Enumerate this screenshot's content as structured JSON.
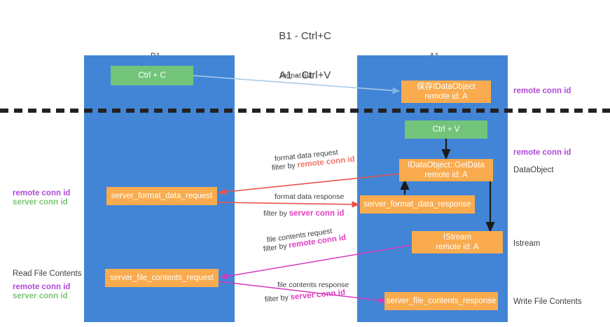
{
  "title": {
    "line1": "B1 - Ctrl+C",
    "line2": "A1 - Ctrl+V"
  },
  "columns": [
    {
      "name": "B1",
      "role": "connection"
    },
    {
      "name": "A1",
      "role": "remote"
    }
  ],
  "boxes": {
    "ctrl_c": "Ctrl + C",
    "save_idataobject_l1": "保存IDataObject",
    "save_idataobject_l2": "remote id: A",
    "ctrl_v": "Ctrl + V",
    "getdata_l1": "IDataObject::GetData",
    "getdata_l2": "remote id: A",
    "server_format_data_request": "server_format_data_request",
    "server_format_data_response": "server_format_data_response",
    "istream_l1": "IStream",
    "istream_l2": "remote id: A",
    "server_file_contents_request": "server_file_contents_request",
    "server_file_contents_response": "server_file_contents_response"
  },
  "edges": {
    "format_list": "format list",
    "format_data_request": "format data request",
    "format_data_request_filter_prefix": "filter by ",
    "format_data_request_filter_key": "remote conn id",
    "format_data_response": "format data response",
    "format_data_response_filter_prefix": "filter by ",
    "format_data_response_filter_key": "server conn id",
    "file_contents_request": "file contents request",
    "file_contents_request_filter_prefix": "filter by ",
    "file_contents_request_filter_key": "remote conn id",
    "file_contents_response": "file contents response",
    "file_contents_response_filter_prefix": "filter by ",
    "file_contents_response_filter_key": "server conn id"
  },
  "annotations": {
    "right_remote_conn_id_top": "remote conn id",
    "right_remote_conn_id_mid": "remote conn id",
    "right_dataobject": "DataObject",
    "right_istream": "Istream",
    "right_write_file_contents": "Write File Contents",
    "left_remote_conn_id_mid": "remote conn id",
    "left_server_conn_id_mid": "server conn id",
    "left_read_file_contents": "Read File Contents",
    "left_remote_conn_id_bot": "remote conn id",
    "left_server_conn_id_bot": "server conn id"
  },
  "colors": {
    "lane": "#4285d6",
    "orange": "#f9ab4e",
    "green": "#72c47a",
    "purple": "#b14ad6",
    "green_text": "#7cc576",
    "magenta": "#e040c0",
    "salmon": "#f0736a",
    "lightblue": "#a8cbe8",
    "dark": "#222222"
  }
}
